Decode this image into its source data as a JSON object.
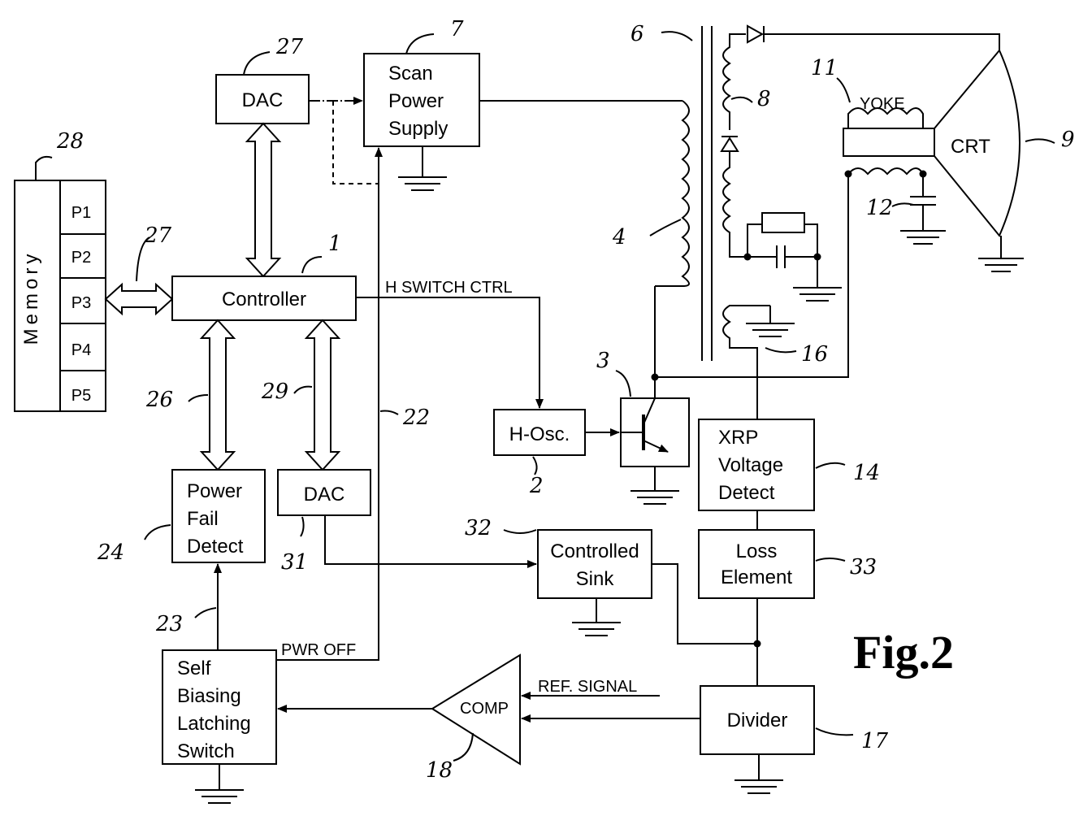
{
  "figure_title": "Fig.2",
  "blocks": {
    "dac_top": "DAC",
    "scan_power_supply": [
      "Scan",
      "Power",
      "Supply"
    ],
    "controller": "Controller",
    "memory": "Memory",
    "memory_slots": [
      "P1",
      "P2",
      "P3",
      "P4",
      "P5"
    ],
    "h_osc": "H-Osc.",
    "xrp_voltage_detect": [
      "XRP",
      "Voltage",
      "Detect"
    ],
    "power_fail_detect": [
      "Power",
      "Fail",
      "Detect"
    ],
    "dac_bottom": "DAC",
    "controlled_sink": [
      "Controlled",
      "Sink"
    ],
    "loss_element": [
      "Loss",
      "Element"
    ],
    "self_biasing_latching_switch": [
      "Self",
      "Biasing",
      "Latching",
      "Switch"
    ],
    "comp": "COMP",
    "divider": "Divider",
    "crt": "CRT",
    "yoke": "YOKE"
  },
  "signals": {
    "h_switch_ctrl": "H SWITCH CTRL",
    "pwr_off": "PWR OFF",
    "ref_signal": "REF. SIGNAL"
  },
  "reference_numerals": {
    "controller": "1",
    "h_osc": "2",
    "transistor": "3",
    "primary_winding": "4",
    "transformer": "6",
    "scan_power_supply": "7",
    "secondary": "8",
    "crt": "9",
    "yoke": "11",
    "capacitor": "12",
    "xrp_detect": "14",
    "aux_winding": "16",
    "divider": "17",
    "comp": "18",
    "pwr_off_line": "22",
    "latch_output": "23",
    "power_fail_detect": "24",
    "bus_26": "26",
    "dac_top": "27",
    "memory_bus": "27",
    "memory": "28",
    "bus_29": "29",
    "dac_bottom": "31",
    "controlled_sink": "32",
    "loss_element": "33"
  }
}
